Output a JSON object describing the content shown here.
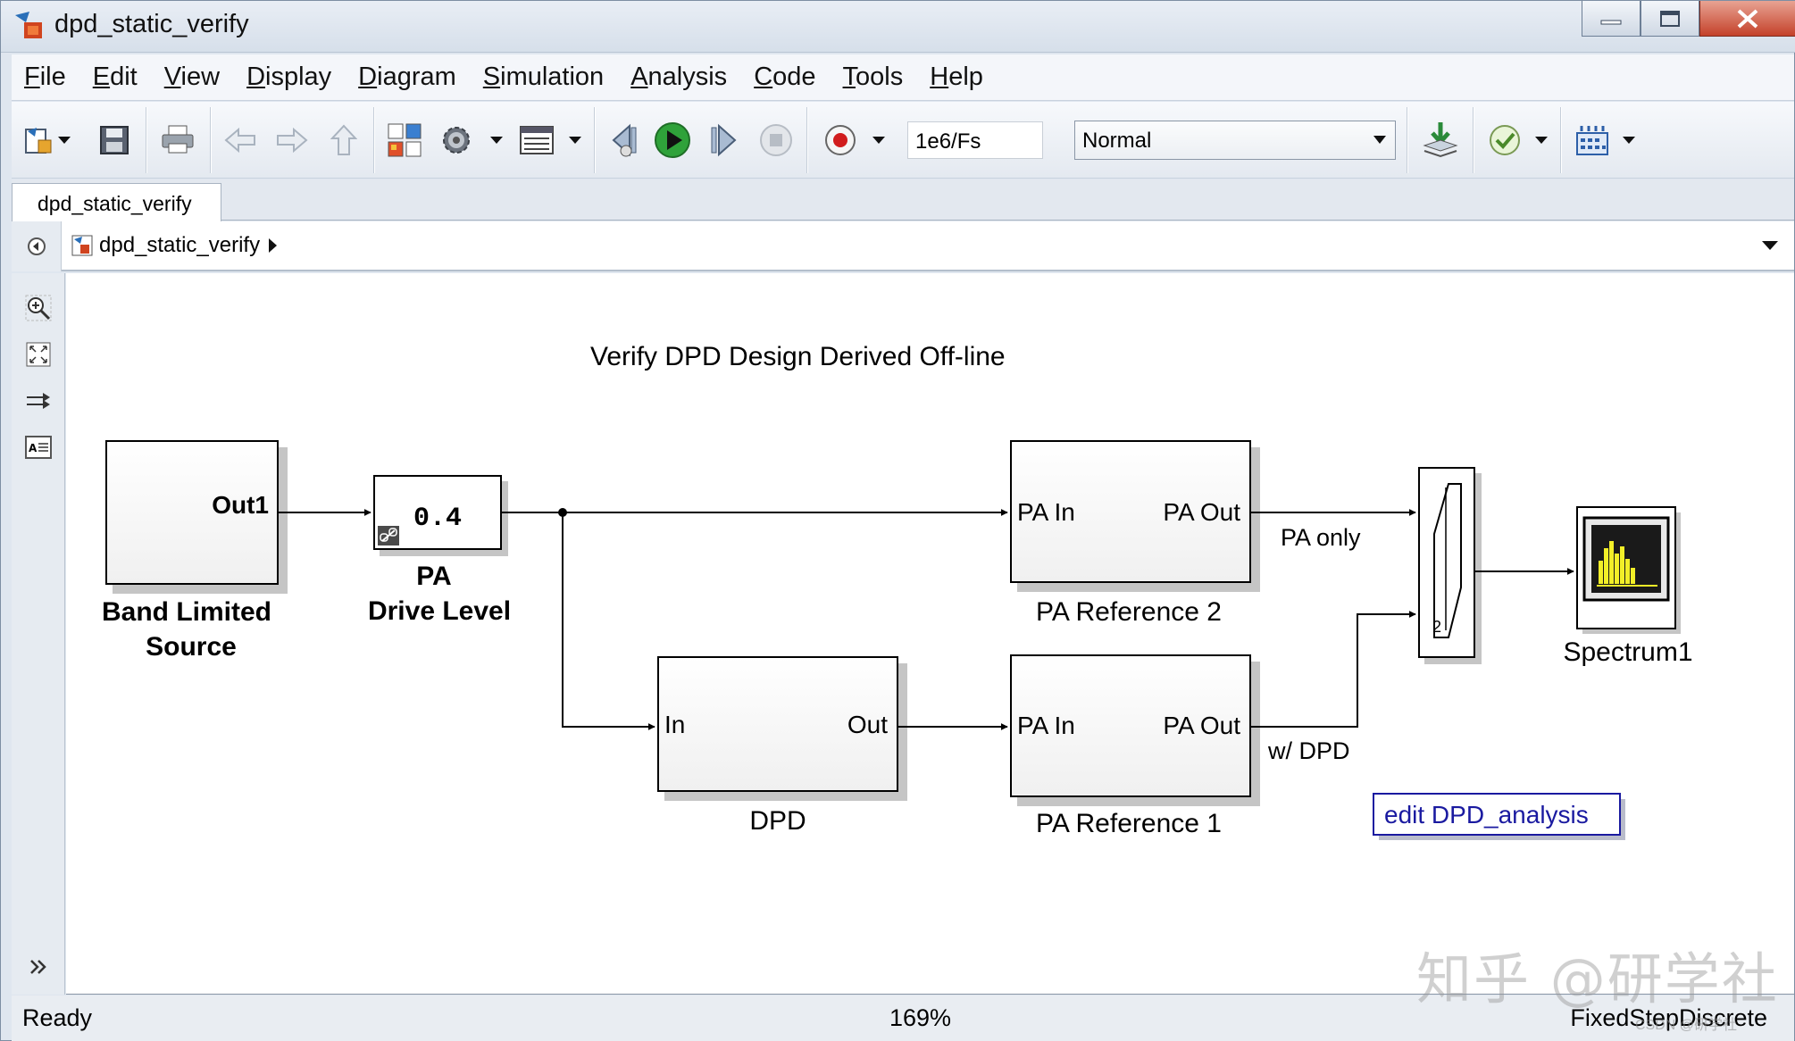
{
  "window": {
    "title": "dpd_static_verify"
  },
  "menubar": {
    "items": [
      "File",
      "Edit",
      "View",
      "Display",
      "Diagram",
      "Simulation",
      "Analysis",
      "Code",
      "Tools",
      "Help"
    ]
  },
  "toolbar": {
    "stop_time": "1e6/Fs",
    "sim_mode": "Normal",
    "icons": [
      "new-model-icon",
      "save-icon",
      "print-icon",
      "back-icon",
      "forward-icon",
      "up-icon",
      "library-browser-icon",
      "model-settings-icon",
      "model-explorer-icon",
      "step-back-icon",
      "run-icon",
      "step-forward-icon",
      "stop-icon",
      "record-icon",
      "build-icon",
      "check-icon",
      "data-inspector-icon"
    ]
  },
  "tabs": [
    "dpd_static_verify"
  ],
  "breadcrumb": {
    "path": "dpd_static_verify"
  },
  "diagram": {
    "title": "Verify DPD Design Derived Off-line",
    "blocks": {
      "source": {
        "port_out": "Out1",
        "label_line1": "Band Limited",
        "label_line2": "Source"
      },
      "gain": {
        "value": "0.4",
        "label_line1": "PA",
        "label_line2": "Drive Level"
      },
      "pa_ref2": {
        "port_in": "PA In",
        "port_out": "PA Out",
        "label": "PA Reference 2"
      },
      "dpd": {
        "port_in": "In",
        "port_out": "Out",
        "label": "DPD"
      },
      "pa_ref1": {
        "port_in": "PA In",
        "port_out": "PA Out",
        "label": "PA Reference 1"
      },
      "scope": {
        "label": "Spectrum1"
      }
    },
    "signals": {
      "pa_only": "PA only",
      "w_dpd": "w/ DPD"
    },
    "annotation_button": "edit DPD_analysis"
  },
  "statusbar": {
    "status": "Ready",
    "zoom": "169%",
    "solver": "FixedStepDiscrete"
  },
  "watermark": {
    "text": "知乎 @研学社",
    "small": "CSDN @研学社"
  }
}
